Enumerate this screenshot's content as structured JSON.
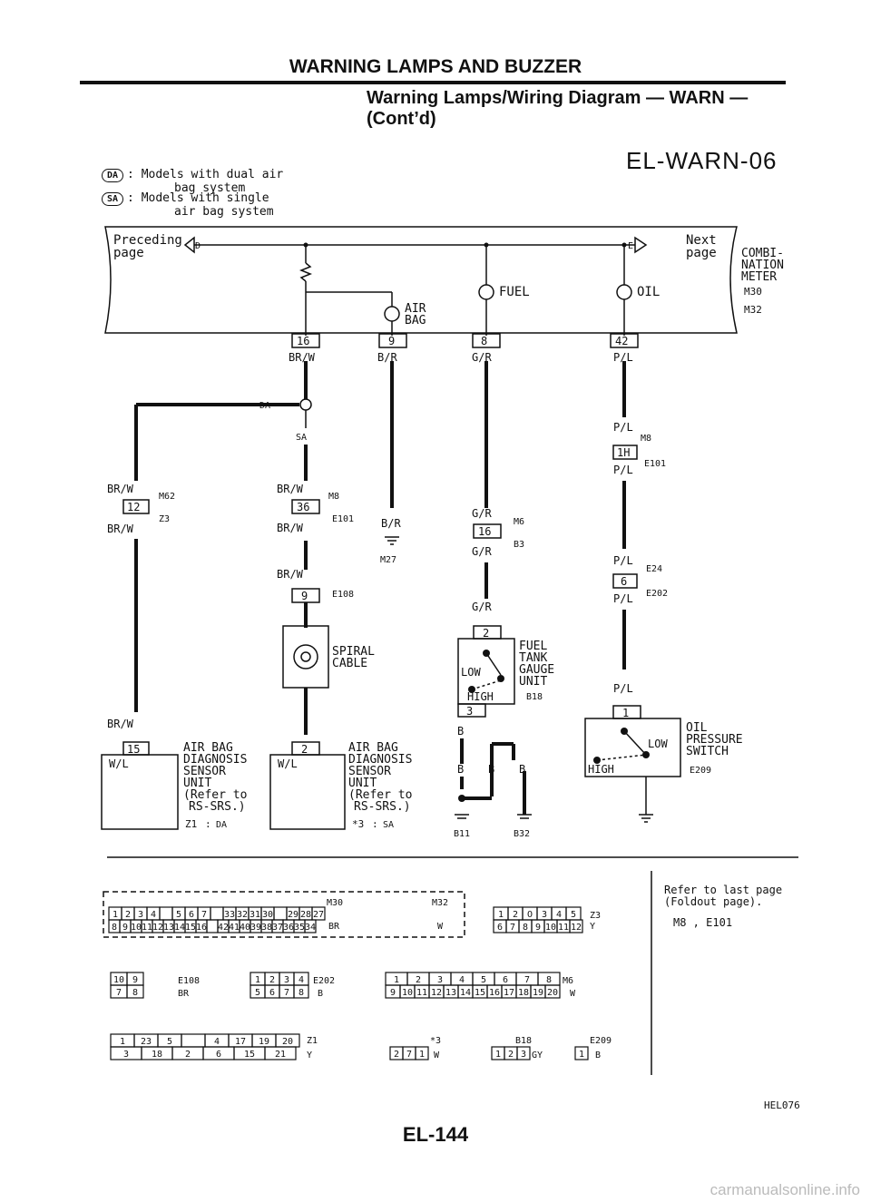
{
  "header": {
    "title": "WARNING LAMPS AND BUZZER",
    "section_title": "Warning Lamps/Wiring Diagram — WARN —",
    "section_cont": "(Cont’d)",
    "diagram_code": "EL-WARN-06"
  },
  "legend": [
    {
      "code": "DA",
      "text_line1": ": Models with dual air",
      "text_line2": "bag system"
    },
    {
      "code": "SA",
      "text_line1": ": Models with single",
      "text_line2": "air bag system"
    }
  ],
  "meter": {
    "preceding": "Preceding",
    "page": "page",
    "next": "Next",
    "next_page": "page",
    "conn_left": "D",
    "conn_right": "E",
    "name_lines": [
      "COMBI-",
      "NATION",
      "METER"
    ],
    "codes": [
      "M30",
      "M32"
    ],
    "lamps": [
      "AIR",
      "BAG",
      "FUEL",
      "OIL"
    ]
  },
  "wires": {
    "br_w": "BR/W",
    "b_r": "B/R",
    "g_r": "G/R",
    "p_l": "P/L",
    "w_l": "W/L",
    "b": "B"
  },
  "pins": [
    "16",
    "9",
    "8",
    "42",
    "1H",
    "12",
    "36",
    "9",
    "16",
    "6",
    "2",
    "3",
    "1",
    "15",
    "2"
  ],
  "connectors": [
    "M8",
    "E101",
    "M62",
    "Z3",
    "M8",
    "E101",
    "E108",
    "M27",
    "M6",
    "B3",
    "E24",
    "E202",
    "B18",
    "E209",
    "B11",
    "B32",
    "Z1",
    "*3"
  ],
  "components": {
    "spiral": [
      "SPIRAL",
      "CABLE"
    ],
    "fuel_gauge": [
      "FUEL",
      "TANK",
      "GAUGE",
      "UNIT"
    ],
    "gauge_low": "LOW",
    "gauge_high": "HIGH",
    "oil_switch": [
      "OIL",
      "PRESSURE",
      "SWITCH"
    ],
    "oil_low": "LOW",
    "oil_high": "HIGH",
    "airbag_unit": [
      "AIR BAG",
      "DIAGNOSIS",
      "SENSOR",
      "UNIT",
      "(Refer to",
      "RS-SRS.)"
    ],
    "dual_mark": "DA",
    "single_mark": "SA",
    "colon": ":"
  },
  "connector_tables": {
    "m30_m32": {
      "top": [
        "1",
        "2",
        "3",
        "4",
        "",
        "5",
        "6",
        "7",
        "",
        "33",
        "32",
        "31",
        "30",
        "",
        "29",
        "28",
        "27"
      ],
      "bottom": [
        "8",
        "9",
        "10",
        "11",
        "12",
        "13",
        "14",
        "15",
        "16",
        "",
        "42",
        "41",
        "40",
        "39",
        "38",
        "37",
        "36",
        "35",
        "34"
      ],
      "labels": [
        "M30",
        "BR",
        "M32",
        "W"
      ]
    },
    "z3": {
      "top": [
        "1",
        "2",
        "O",
        "3",
        "4",
        "5"
      ],
      "bottom": [
        "6",
        "7",
        "8",
        "9",
        "10",
        "11",
        "12"
      ],
      "label": "Z3",
      "color": "Y"
    },
    "e108": {
      "top": [
        "10",
        "9"
      ],
      "bottom": [
        "7",
        "8"
      ],
      "label": "E108",
      "color": "BR"
    },
    "e202": {
      "top": [
        "1",
        "2",
        "3",
        "4"
      ],
      "bottom": [
        "5",
        "6",
        "7",
        "8"
      ],
      "label": "E202",
      "color": "B"
    },
    "m6": {
      "top": [
        "1",
        "2",
        "3",
        "4",
        "5",
        "6",
        "7",
        "8"
      ],
      "bottom": [
        "9",
        "10",
        "11",
        "12",
        "13",
        "14",
        "15",
        "16",
        "17",
        "18",
        "19",
        "20"
      ],
      "label": "M6",
      "color": "W"
    },
    "z1": {
      "top": [
        "1",
        "23",
        "5",
        "",
        "4",
        "17",
        "19",
        "20"
      ],
      "bottom": [
        "3",
        "18",
        "2",
        "6",
        "15",
        "21"
      ],
      "label": "Z1",
      "color": "Y"
    },
    "star3": {
      "bottom": [
        "2",
        "7",
        "1"
      ],
      "label": "*3",
      "color": "W"
    },
    "b18": {
      "bottom": [
        "1",
        "2",
        "3"
      ],
      "label": "B18",
      "color": "GY"
    },
    "e209": {
      "bottom": [
        "1"
      ],
      "label": "E209",
      "color": "B"
    }
  },
  "refer": {
    "line1": "Refer to last page",
    "line2": "(Foldout page).",
    "codes": [
      "M8",
      "E101"
    ]
  },
  "footer": {
    "page_code": "HEL076",
    "page_number": "EL-144",
    "watermark": "carmanualsonline.info"
  }
}
